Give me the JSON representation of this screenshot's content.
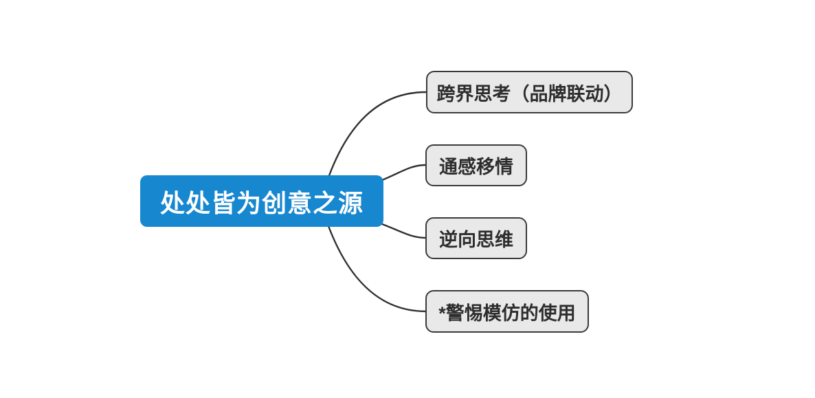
{
  "diagram": {
    "type": "mindmap",
    "background_color": "#ffffff",
    "root_topic": {
      "label": "处处皆为创意之源",
      "fill_color": "#1787d0",
      "text_color": "#ffffff"
    },
    "subtopics": [
      {
        "label": "跨界思考（品牌联动）"
      },
      {
        "label": "通感移情"
      },
      {
        "label": "逆向思维"
      },
      {
        "label": "*警惕模仿的使用"
      }
    ],
    "subtopic_style": {
      "fill_color": "#e9e9e9",
      "border_color": "#3a3a3a",
      "text_color": "#2d2d2d"
    },
    "connector_color": "#303030"
  }
}
